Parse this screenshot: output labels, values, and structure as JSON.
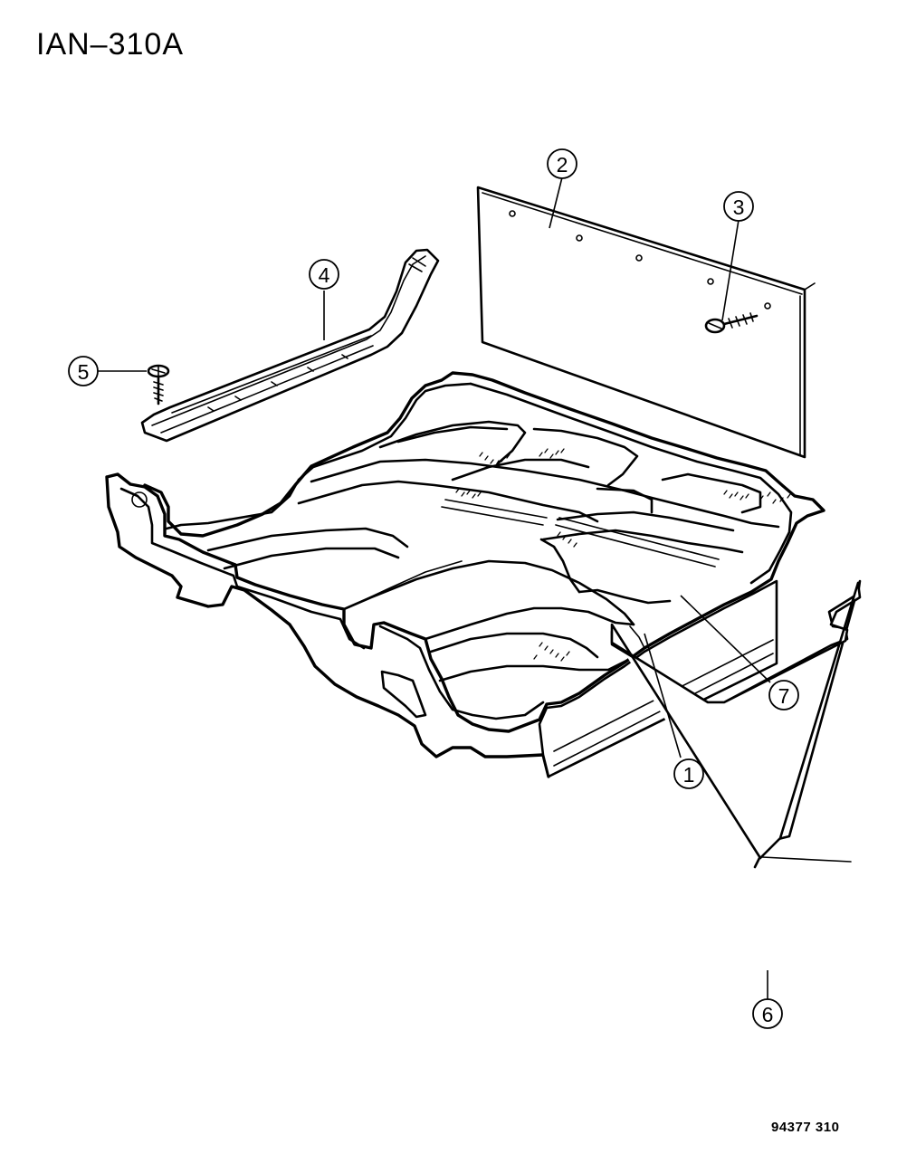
{
  "diagram_id": "IAN–310A",
  "figure_code": "94377 310",
  "callouts": [
    {
      "number": "1",
      "part": "floor-carpet"
    },
    {
      "number": "2",
      "part": "rear-panel-insulator"
    },
    {
      "number": "3",
      "part": "push-pin-fastener"
    },
    {
      "number": "4",
      "part": "sill-scuff-plate"
    },
    {
      "number": "5",
      "part": "scuff-plate-screw"
    },
    {
      "number": "6",
      "part": "floor-mat"
    },
    {
      "number": "7",
      "part": "rear-floor-carpet"
    }
  ]
}
